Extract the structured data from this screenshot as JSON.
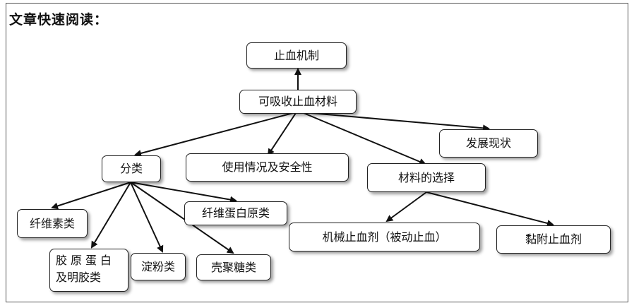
{
  "title": "文章快速阅读：",
  "nodes": {
    "hemostasis_mechanism": "止血机制",
    "absorbable_material": "可吸收止血材料",
    "development_status": "发展现状",
    "classification": "分类",
    "usage_safety": "使用情况及安全性",
    "material_selection": "材料的选择",
    "cellulose": "纤维素类",
    "fibrinogen": "纤维蛋白原类",
    "collagen_gelatin_line1": "胶原蛋白",
    "collagen_gelatin_line2": "及明胶类",
    "starch": "淀粉类",
    "chitosan": "壳聚糖类",
    "mechanical_hemostat": "机械止血剂（被动止血）",
    "adhesive_hemostat": "黏附止血剂"
  }
}
